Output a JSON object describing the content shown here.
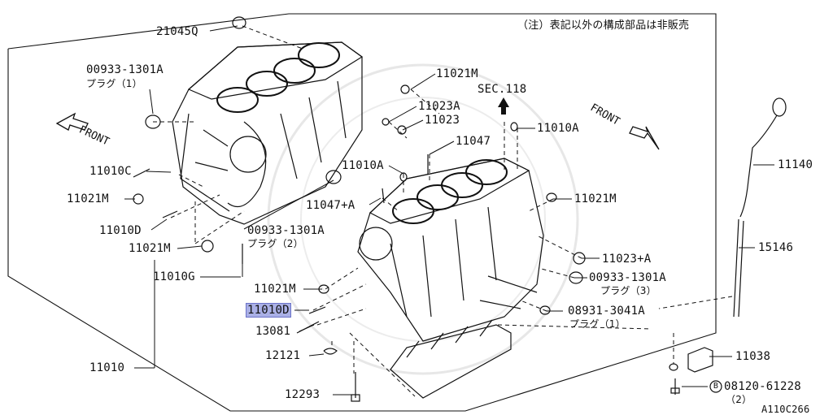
{
  "note": "（注）表記以外の構成部品は非販売",
  "figure_code": "A110C266",
  "section_ref": "SEC.118",
  "front_left": "FRONT",
  "front_right": "FRONT",
  "parts": {
    "p21045Q": "21045Q",
    "p00933_top": "00933-1301A",
    "p00933_top_sub": "プラグ（1）",
    "p11021M_a": "11021M",
    "p11023A": "11023A",
    "p11023": "11023",
    "p11047": "11047",
    "p11010A_right": "11010A",
    "p11010A_mid": "11010A",
    "p11140": "11140",
    "p11010C": "11010C",
    "p11021M_b": "11021M",
    "p11047A": "11047+A",
    "p11021M_c": "11021M",
    "p11010D_a": "11010D",
    "p00933_mid": "00933-1301A",
    "p00933_mid_sub": "プラグ（2）",
    "p15146": "15146",
    "p11021M_d": "11021M",
    "p11023_plusA": "11023+A",
    "p11010G": "11010G",
    "p00933_right": "00933-1301A",
    "p00933_right_sub": "プラグ（3）",
    "p11021M_e": "11021M",
    "p11010D_sel": "11010D",
    "p08931": "08931-3041A",
    "p08931_sub": "プラグ（1）",
    "p13081": "13081",
    "p11010": "11010",
    "p12121": "12121",
    "p11038": "11038",
    "p08120": "08120-61228",
    "p08120_sub": "（2）",
    "p08120_marker": "B",
    "p12293": "12293"
  },
  "colors": {
    "line": "#111111",
    "highlight": "#aab0e6"
  }
}
